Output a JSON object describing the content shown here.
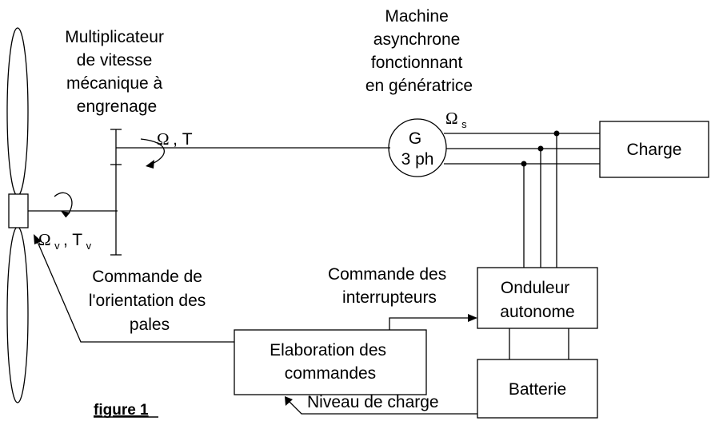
{
  "labels": {
    "multiplier": [
      "Multiplicateur",
      "de vitesse",
      "mécanique à",
      "engrenage"
    ],
    "machine": [
      "Machine",
      "asynchrone",
      "fonctionnant",
      "en génératrice"
    ],
    "blade_command": [
      "Commande de",
      "l'orientation des",
      "pales"
    ],
    "switch_command": [
      "Commande des",
      "interrupteurs"
    ],
    "battery_level": "Niveau de charge",
    "figure": "figure 1"
  },
  "symbols": {
    "shaft_speed": "Ω",
    "shaft_torque": ", T",
    "sync_speed": "Ω",
    "sync_speed_sub": "s",
    "rotor_speed": "Ω",
    "rotor_speed_sub": "v",
    "rotor_torque": ", T",
    "rotor_torque_sub": "v"
  },
  "blocks": {
    "generator": [
      "G",
      "3 ph"
    ],
    "load": "Charge",
    "inverter": [
      "Onduleur",
      "autonome"
    ],
    "battery": "Batterie",
    "control": [
      "Elaboration des",
      "commandes"
    ]
  }
}
